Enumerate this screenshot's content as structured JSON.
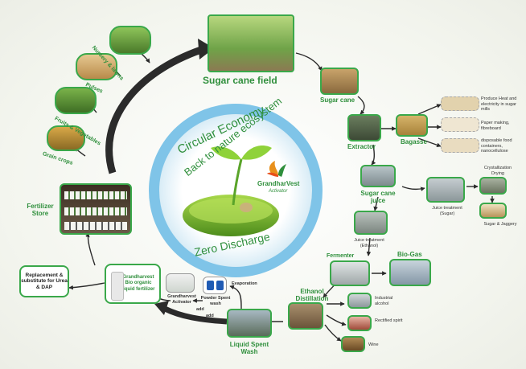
{
  "center": {
    "title": "Circular Economy",
    "subtitle": "Back to nature ecosystem",
    "bottom": "Zero Discharge",
    "logo_name": "GrandharVest",
    "logo_sub": "Activator"
  },
  "nodes": {
    "sugar_cane_field": "Sugar cane field",
    "sugar_cane": "Sugar cane",
    "extractor": "Extractor",
    "bagasse": "Bagasse",
    "bagasse_use_1": "Produce Heat and electricity in sugar mills",
    "bagasse_use_2": "Paper making, fibreboard",
    "bagasse_use_3": "disposable food containers, nanocellulose",
    "sugar_cane_juice": "Sugar cane juice",
    "juice_treatment_sugar": "Juice treatment (Sugar)",
    "crystallization": "Crystallization Drying",
    "sugar_jaggery": "Sugar & Jaggery",
    "juice_treatment_ethanol": "Juice treatment (Ethanol)",
    "fermenter": "Fermenter",
    "bio_gas": "Bio-Gas",
    "ethanol_distillation": "Ethanol Distillation",
    "industrial_alcohol": "Industrial alcohol",
    "rectified_spirit": "Rectified spirit",
    "wine": "Wine",
    "liquid_spent_wash": "Liquid Spent Wash",
    "evaporation": "Evaporation",
    "powder_spent_wash": "Powder Spent wash",
    "grandharvest_activator": "Grandharvest Activator",
    "add_1": "add",
    "add_2": "add",
    "bio_fertilizer": "Grandharvest Bio organic liquid fertilizer",
    "replacement": "Replacement & substitute for Urea & DAP",
    "fertilizer_store": "Fertilizer Store",
    "grain_crops": "Grain crops",
    "fruits_vegetables": "Fruits & Vegetables",
    "pulses": "Pulses",
    "nursery_lawns": "Nursery & lawns"
  },
  "colors": {
    "accent_green": "#3aa84a",
    "label_green": "#2f8f3c",
    "center_blue": "#7fc4e8",
    "arrow_dark": "#2b2b2b"
  }
}
